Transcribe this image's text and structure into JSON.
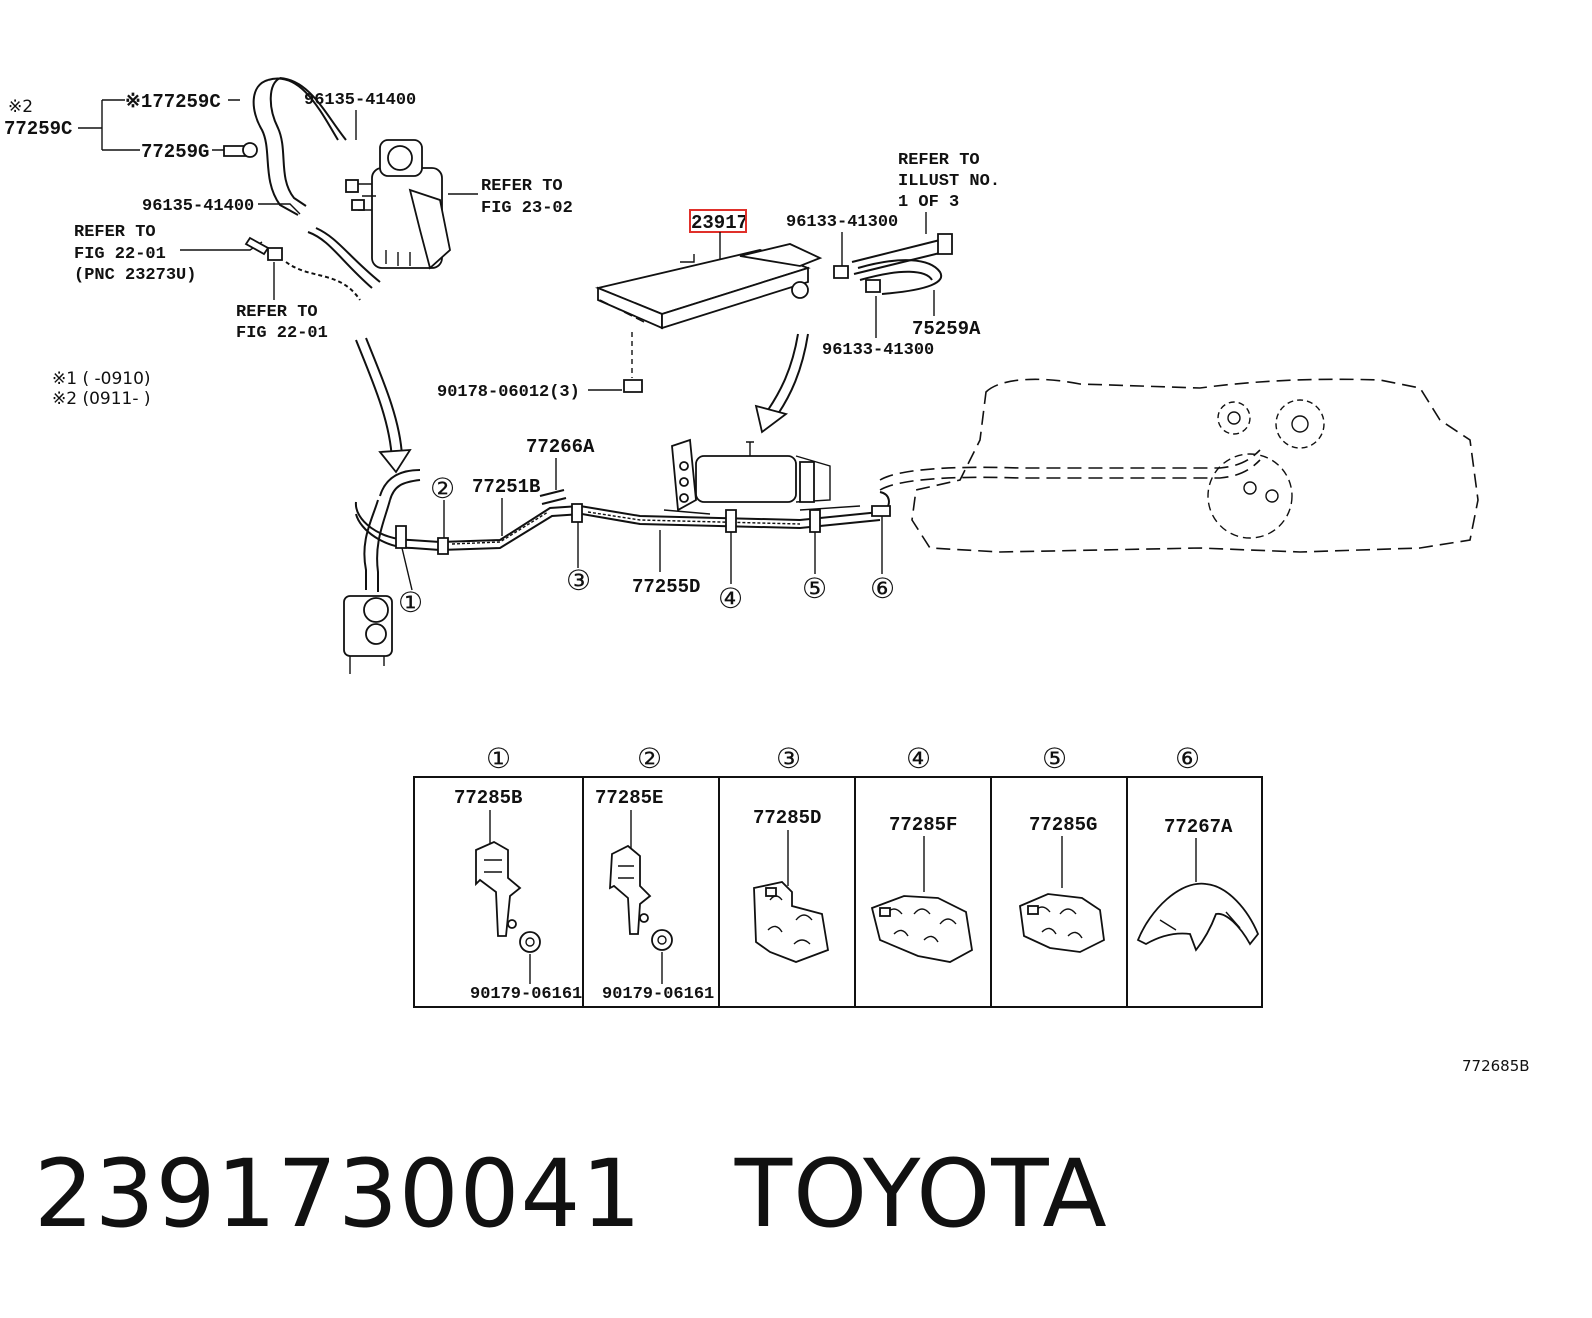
{
  "diagram": {
    "notes": {
      "star2_prefix": "※2",
      "star2_part": "77259C",
      "star1_part": "※177259C",
      "part_77259G": "77259G",
      "legend_1": "※1 (      -0910)",
      "legend_2": "※2 (0911-      )"
    },
    "labels": {
      "p96135_top": "96135-41400",
      "p96135_mid": "96135-41400",
      "refer_23_02_a": "REFER TO",
      "refer_23_02_b": "FIG 23-02",
      "refer_22_01_a": "REFER TO",
      "refer_22_01_b": "FIG 22-01",
      "refer_22_01_c": "(PNC 23273U)",
      "refer_22_01_d": "REFER TO",
      "refer_22_01_e": "FIG 22-01",
      "refer_illust_a": "REFER TO",
      "refer_illust_b": "ILLUST NO.",
      "refer_illust_c": "1 OF 3",
      "p23917": "23917",
      "p96133_top": "96133-41300",
      "p96133_bot": "96133-41300",
      "p75259A": "75259A",
      "p90178": "90178-06012(3)",
      "p77266A": "77266A",
      "p77251B": "77251B",
      "p77255D": "77255D",
      "c1": "①",
      "c2": "②",
      "c3": "③",
      "c4": "④",
      "c5": "⑤",
      "c6": "⑥"
    },
    "details": [
      {
        "circle": "①",
        "part": "77285B",
        "sub": "90179-06161"
      },
      {
        "circle": "②",
        "part": "77285E",
        "sub": "90179-06161"
      },
      {
        "circle": "③",
        "part": "77285D",
        "sub": ""
      },
      {
        "circle": "④",
        "part": "77285F",
        "sub": ""
      },
      {
        "circle": "⑤",
        "part": "77285G",
        "sub": ""
      },
      {
        "circle": "⑥",
        "part": "77267A",
        "sub": ""
      }
    ],
    "figure_code": "772685B",
    "highlight_color": "#e0302a"
  },
  "footer": {
    "part_number": "2391730041",
    "brand": "TOYOTA"
  }
}
